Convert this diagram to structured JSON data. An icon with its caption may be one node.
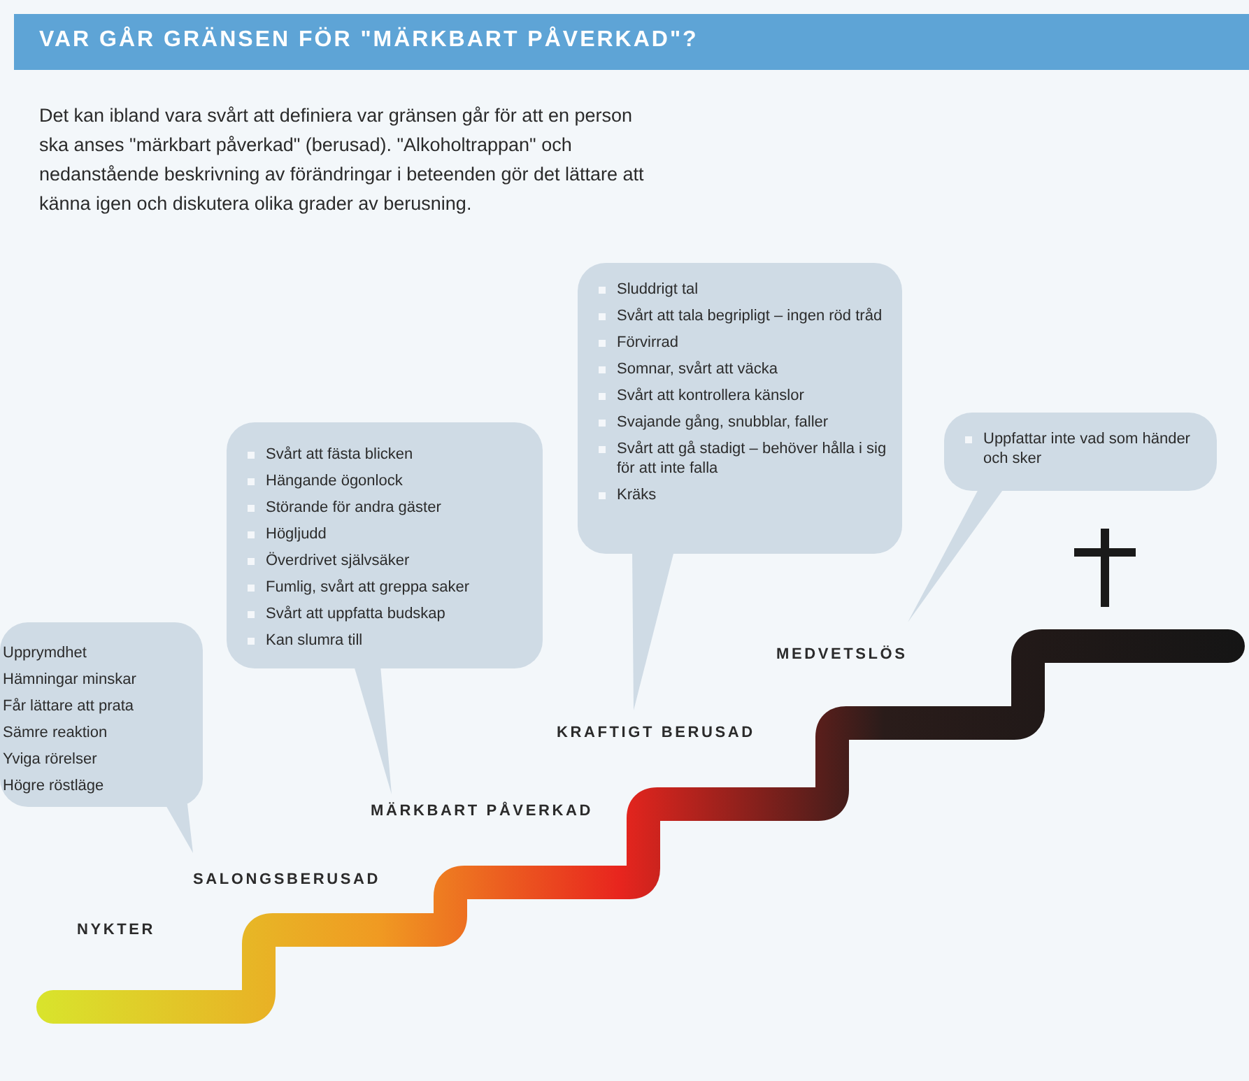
{
  "diagram": {
    "title": "VAR GÅR GRÄNSEN FÖR \"MÄRKBART PÅVERKAD\"?",
    "nodes": [
      {
        "text": [
          "Upprymdhet",
          "Hämningar minskar",
          "Får lättare att prata",
          "Sämre reaktion",
          "Yviga rörelser",
          "Högre röstläge"
        ],
        "beside": [
          "NYKTER",
          "SALONGSBERUSAD"
        ]
      },
      {
        "text": [
          "Svårt att fästa blicken",
          "Hängande ögonlock",
          "Störande för andra gäster",
          "Högljudd",
          "Överdrivet självsäker",
          "Fumlig, svårt att greppa saker",
          "Svårt att uppfatta budskap",
          "Kan slumra till"
        ],
        "beside": [
          "MÄRKBART PÅVERKAD"
        ]
      },
      {
        "text": [
          "Sluddrigt tal",
          "Svårt att tala begripligt – ingen röd tråd",
          "Förvirrad",
          "Somnar, svårt att väcka",
          "Svårt att kontrollera känslor",
          "Svajande gång, snubblar, faller",
          "Svårt att gå stadigt – behöver hålla i sig för att inte falla",
          "Kräks"
        ],
        "beside": [
          "KRAFTIGT BERUSAD"
        ]
      },
      {
        "text": [
          "Uppfattar inte vad som händer och sker"
        ],
        "beside": [
          "MEDVETSLÖS"
        ]
      }
    ],
    "labels": [
      "Det kan ibland vara svårt att definiera var gränsen går för att en person ska anses \"märkbart påverkad\" (berusad). \"Alkoholtrappan\" och nedanstående beskrivning av förändringar i beteenden gör det lättare att känna igen och diskutera olika grader av berusning."
    ]
  }
}
